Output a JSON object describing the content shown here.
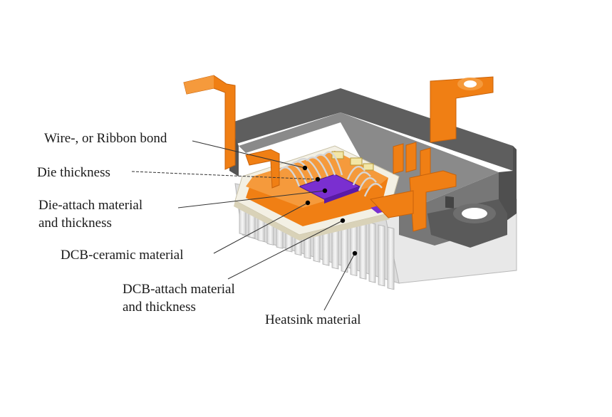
{
  "labels": {
    "wire_bond": "Wire-, or Ribbon bond",
    "die_thickness": "Die thickness",
    "die_attach_line1": "Die-attach material",
    "die_attach_line2": "and thickness",
    "dcb_ceramic": "DCB-ceramic material",
    "dcb_attach_line1": "DCB-attach material",
    "dcb_attach_line2": "and thickness",
    "heatsink": "Heatsink material"
  },
  "colors": {
    "copper": "#f07f14",
    "copper_dark": "#c8620a",
    "housing": "#6b6b6b",
    "housing_dark": "#4a4a4a",
    "die": "#7a2fd0",
    "heatsink": "#e4e4e4"
  }
}
